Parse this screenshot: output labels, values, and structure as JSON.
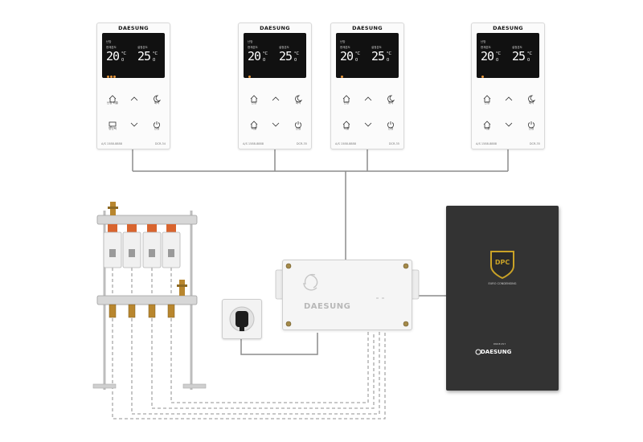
{
  "thermostats": [
    {
      "brand": "DAESUNG",
      "status_label": "난방",
      "current_label": "현재온도",
      "set_label": "설정온도",
      "current_temp": "20",
      "current_decimal": "0",
      "set_temp": "25",
      "set_decimal": "0",
      "unit": "°C",
      "left_top_label": "난방·외출",
      "right_top_label": "예약",
      "left_bottom_label": "방선택",
      "right_bottom_label": "전원",
      "as_number": "A/S 1588-8888",
      "model": "DCR-34"
    },
    {
      "brand": "DAESUNG",
      "status_label": "난방",
      "current_label": "현재온도",
      "set_label": "설정온도",
      "current_temp": "20",
      "current_decimal": "0",
      "set_temp": "25",
      "set_decimal": "0",
      "unit": "°C",
      "left_top_label": "난방",
      "right_top_label": "예약",
      "left_bottom_label": "외출",
      "right_bottom_label": "전원",
      "as_number": "A/S 1588-8888",
      "model": "DCR-35"
    },
    {
      "brand": "DAESUNG",
      "status_label": "난방",
      "current_label": "현재온도",
      "set_label": "설정온도",
      "current_temp": "20",
      "current_decimal": "0",
      "set_temp": "25",
      "set_decimal": "0",
      "unit": "°C",
      "left_top_label": "난방",
      "right_top_label": "예약",
      "left_bottom_label": "외출",
      "right_bottom_label": "전원",
      "as_number": "A/S 1588-8888",
      "model": "DCR-35"
    },
    {
      "brand": "DAESUNG",
      "status_label": "난방",
      "current_label": "현재온도",
      "set_label": "설정온도",
      "current_temp": "20",
      "current_decimal": "0",
      "set_temp": "25",
      "set_decimal": "0",
      "unit": "°C",
      "left_top_label": "난방",
      "right_top_label": "예약",
      "left_bottom_label": "외출",
      "right_bottom_label": "전원",
      "as_number": "A/S 1588-8888",
      "model": "DCR-35"
    }
  ],
  "controller": {
    "brand": "DAESUNG"
  },
  "boiler": {
    "badge": "DPC",
    "subtitle": "EURO CONDENSING",
    "brand": "DAESUNG",
    "model_tag": "DNCE-P17"
  },
  "colors": {
    "wire": "#8c8c8c",
    "screen": "#111111",
    "boiler_body": "#333333",
    "badge_gold": "#c9a227",
    "valve_orange": "#d8642e",
    "brass": "#b8862e"
  }
}
